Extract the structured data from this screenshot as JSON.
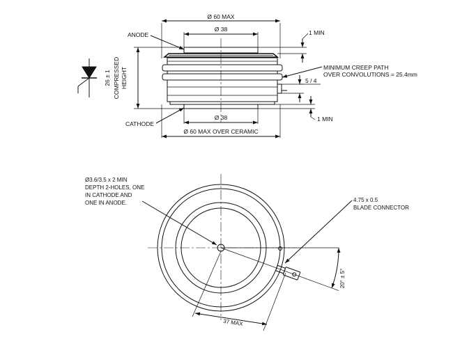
{
  "side_view": {
    "dim_top": "Ø 60 MAX",
    "dim_anode_dia": "Ø 38",
    "dim_cathode_dia": "Ø 38",
    "dim_bottom": "Ø 60 MAX OVER CERAMIC",
    "label_anode": "ANODE",
    "label_cathode": "CATHODE",
    "dim_top_min": "1 MIN",
    "dim_bottom_min": "1 MIN",
    "dim_gate": "5 / 4",
    "creep_line1": "MINIMUM CREEP PATH",
    "creep_line2": "OVER CONVOLUTIONS = 25.4mm",
    "height_value": "26 ± 1",
    "height_line1": "COMPRESSED",
    "height_line2": "HEIGHT"
  },
  "plan_view": {
    "holes_note": [
      "Ø3.6/3.5 x 2 MIN",
      "DEPTH 2-HOLES, ONE",
      "IN CATHODE AND",
      "ONE IN ANODE."
    ],
    "connector_line1": "4.75 x 0.5",
    "connector_line2": "BLADE CONNECTOR",
    "angle": "20° ± 5°",
    "dim_37": "37 MAX"
  },
  "symbol": {
    "name": "thyristor-symbol-icon"
  }
}
